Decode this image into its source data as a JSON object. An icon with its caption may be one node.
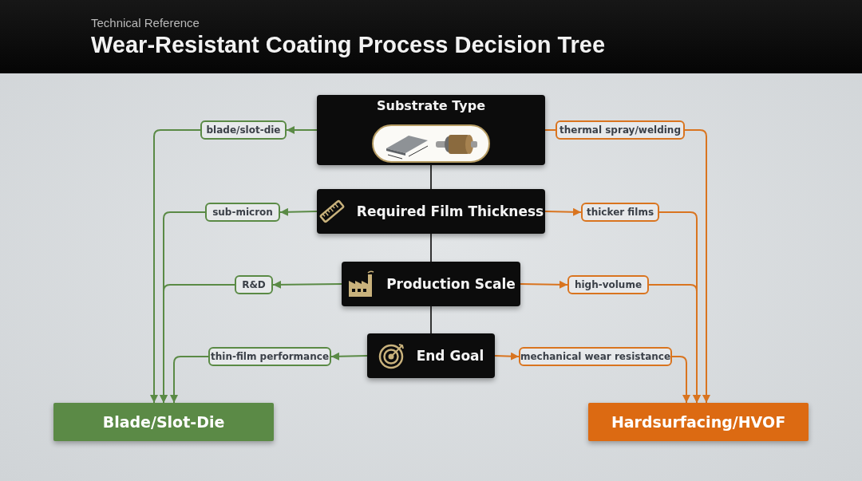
{
  "diagram": {
    "title": "Wear-Resistant Coating Process Decision Tree",
    "nodes": [
      {
        "text": [
          "Substrate Type"
        ]
      },
      {
        "text": [
          "Required Film Thickness"
        ]
      },
      {
        "text": [
          "Production Scale"
        ]
      },
      {
        "text": [
          "End Goal"
        ]
      },
      {
        "text": [
          "blade/slot-die"
        ]
      },
      {
        "text": [
          "thermal spray/welding"
        ]
      },
      {
        "text": [
          "sub-micron"
        ]
      },
      {
        "text": [
          "thicker films"
        ]
      },
      {
        "text": [
          "R&D"
        ]
      },
      {
        "text": [
          "high-volume"
        ]
      },
      {
        "text": [
          "thin-film performance"
        ]
      },
      {
        "text": [
          "mechanical wear resistance"
        ]
      },
      {
        "text": [
          "Blade/Slot-Die"
        ]
      },
      {
        "text": [
          "Hardsurfacing/HVOF"
        ]
      }
    ],
    "edges": [
      {
        "from": 0,
        "to": 1,
        "arrow": "none"
      },
      {
        "from": 1,
        "to": 2,
        "arrow": "none"
      },
      {
        "from": 2,
        "to": 3,
        "arrow": "none"
      },
      {
        "from": 0,
        "to": 4,
        "arrow": "to",
        "color": "#5a8a45"
      },
      {
        "from": 0,
        "to": 5,
        "arrow": "none",
        "color": "#d9741f"
      },
      {
        "from": 1,
        "to": 6,
        "arrow": "to",
        "color": "#5a8a45"
      },
      {
        "from": 1,
        "to": 7,
        "arrow": "to",
        "color": "#d9741f"
      },
      {
        "from": 2,
        "to": 8,
        "arrow": "to",
        "color": "#5a8a45"
      },
      {
        "from": 2,
        "to": 9,
        "arrow": "to",
        "color": "#d9741f"
      },
      {
        "from": 3,
        "to": 10,
        "arrow": "to",
        "color": "#5a8a45"
      },
      {
        "from": 3,
        "to": 11,
        "arrow": "to",
        "color": "#d9741f"
      },
      {
        "from": 4,
        "to": 12,
        "arrow": "to",
        "color": "#5a8a45"
      },
      {
        "from": 6,
        "to": 12,
        "arrow": "to",
        "color": "#5a8a45"
      },
      {
        "from": 8,
        "to": 12,
        "arrow": "to",
        "color": "#5a8a45"
      },
      {
        "from": 10,
        "to": 12,
        "arrow": "to",
        "color": "#5a8a45"
      },
      {
        "from": 5,
        "to": 13,
        "arrow": "to",
        "color": "#d9741f"
      },
      {
        "from": 7,
        "to": 13,
        "arrow": "to",
        "color": "#d9741f"
      },
      {
        "from": 9,
        "to": 13,
        "arrow": "to",
        "color": "#d9741f"
      },
      {
        "from": 11,
        "to": 13,
        "arrow": "to",
        "color": "#d9741f"
      }
    ],
    "labels": [
      "Technical Reference"
    ]
  }
}
